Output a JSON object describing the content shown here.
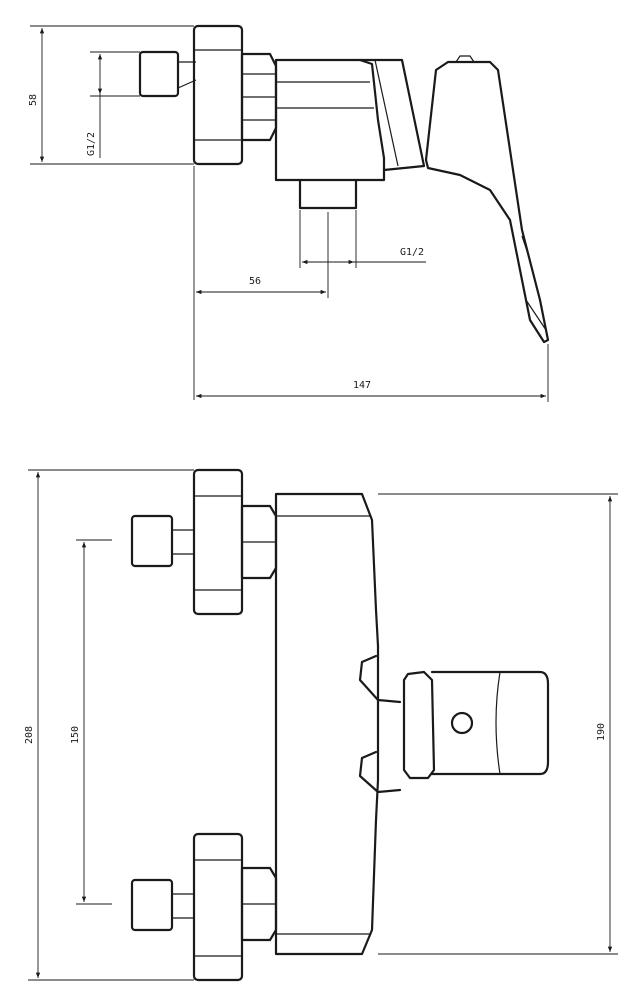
{
  "side_view": {
    "dimensions": {
      "height_58": "58",
      "thread_inlet": "G1/2",
      "thread_outlet": "G1/2",
      "depth_56": "56",
      "length_147": "147"
    }
  },
  "front_view": {
    "dimensions": {
      "total_height_208": "208",
      "inlet_spacing_150": "150",
      "body_height_190": "190"
    }
  },
  "colors": {
    "line": "#1a1a1a",
    "background": "#ffffff"
  }
}
